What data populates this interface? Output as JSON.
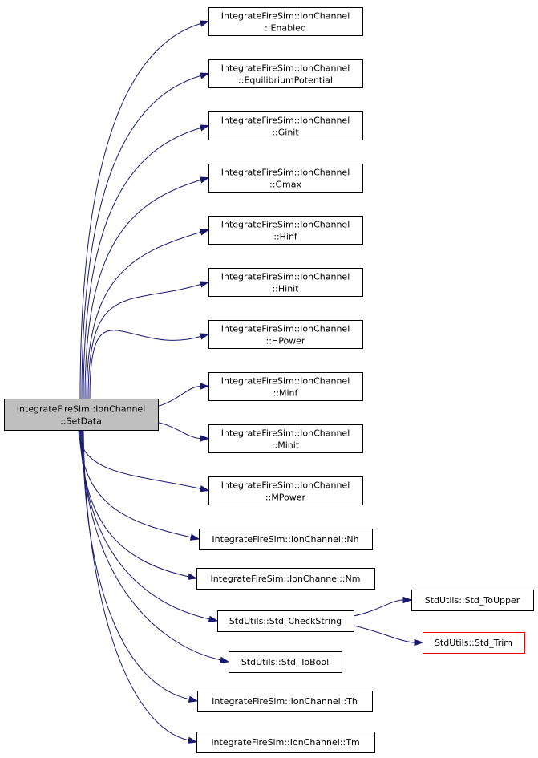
{
  "colors": {
    "edge": "#191970",
    "node_border": "#000000",
    "node_fill": "#ffffff",
    "root_fill": "#bfbfbf",
    "truncated_border": "#ff0000"
  },
  "root": {
    "line1": "IntegrateFireSim::IonChannel",
    "line2": "::SetData"
  },
  "callees": [
    {
      "line1": "IntegrateFireSim::IonChannel",
      "line2": "::Enabled"
    },
    {
      "line1": "IntegrateFireSim::IonChannel",
      "line2": "::EquilibriumPotential"
    },
    {
      "line1": "IntegrateFireSim::IonChannel",
      "line2": "::Ginit"
    },
    {
      "line1": "IntegrateFireSim::IonChannel",
      "line2": "::Gmax"
    },
    {
      "line1": "IntegrateFireSim::IonChannel",
      "line2": "::Hinf"
    },
    {
      "line1": "IntegrateFireSim::IonChannel",
      "line2": "::Hinit"
    },
    {
      "line1": "IntegrateFireSim::IonChannel",
      "line2": "::HPower"
    },
    {
      "line1": "IntegrateFireSim::IonChannel",
      "line2": "::Minf"
    },
    {
      "line1": "IntegrateFireSim::IonChannel",
      "line2": "::Minit"
    },
    {
      "line1": "IntegrateFireSim::IonChannel",
      "line2": "::MPower"
    },
    {
      "line1": "IntegrateFireSim::IonChannel::Nh"
    },
    {
      "line1": "IntegrateFireSim::IonChannel::Nm"
    },
    {
      "line1": "StdUtils::Std_CheckString"
    },
    {
      "line1": "StdUtils::Std_ToBool"
    },
    {
      "line1": "IntegrateFireSim::IonChannel::Th"
    },
    {
      "line1": "IntegrateFireSim::IonChannel::Tm"
    }
  ],
  "secondary": [
    {
      "line1": "StdUtils::Std_ToUpper",
      "truncated": false
    },
    {
      "line1": "StdUtils::Std_Trim",
      "truncated": true
    }
  ]
}
